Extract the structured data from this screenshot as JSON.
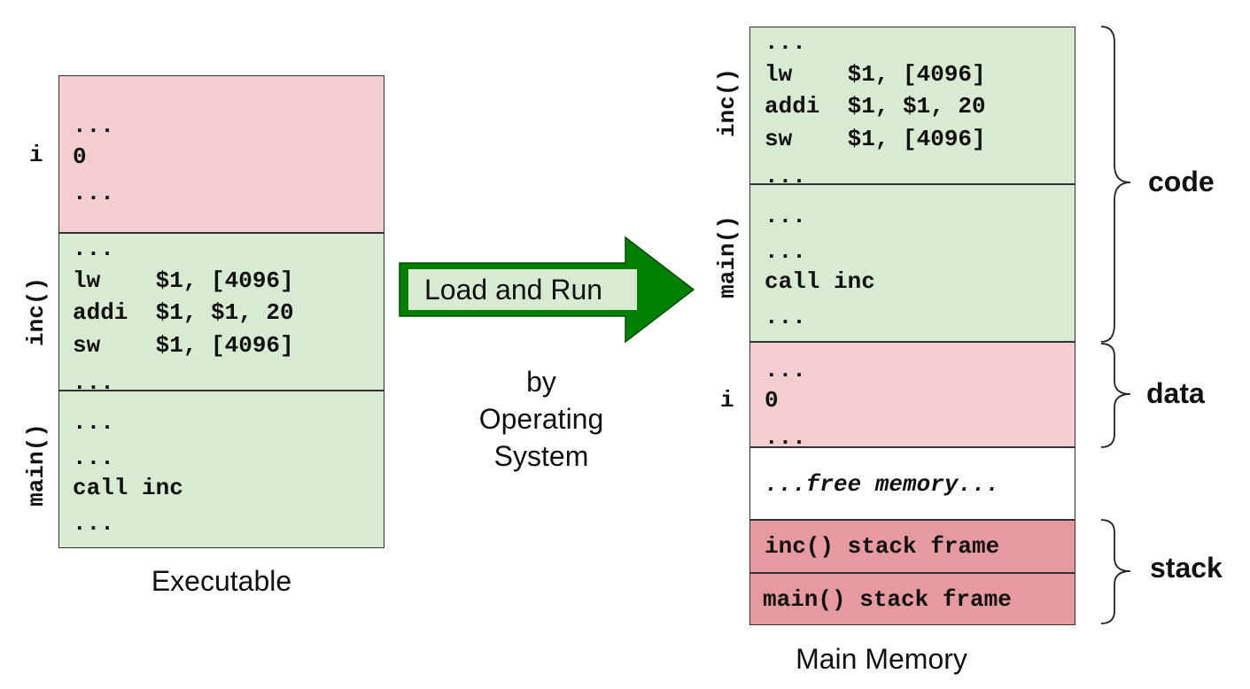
{
  "executable": {
    "caption": "Executable",
    "data_segment": {
      "label": "i",
      "lines": [
        "...",
        "0",
        "..."
      ]
    },
    "inc_segment": {
      "label": "inc()",
      "lines": [
        "...",
        "lw    $1, [4096]",
        "addi  $1, $1, 20",
        "sw    $1, [4096]",
        "..."
      ]
    },
    "main_segment": {
      "label": "main()",
      "lines": [
        "...",
        "...",
        "call inc",
        "..."
      ]
    }
  },
  "arrow": {
    "label": "Load and Run",
    "note": [
      "by",
      "Operating",
      "System"
    ],
    "color": "#008000"
  },
  "memory": {
    "caption": "Main Memory",
    "inc_segment": {
      "label": "inc()",
      "lines": [
        "...",
        "lw    $1, [4096]",
        "addi  $1, $1, 20",
        "sw    $1, [4096]",
        "..."
      ]
    },
    "main_segment": {
      "label": "main()",
      "lines": [
        "...",
        "...",
        "call inc",
        "..."
      ]
    },
    "data_segment": {
      "label": "i",
      "lines": [
        "...",
        "0",
        "..."
      ]
    },
    "free": "...free memory...",
    "stack_frames": [
      "inc() stack frame",
      "main() stack frame"
    ]
  },
  "regions": {
    "code": "code",
    "data": "data",
    "stack": "stack"
  },
  "colors": {
    "code": "#d9ead3",
    "data": "#f2cdd1",
    "stack": "#e69a9f"
  }
}
